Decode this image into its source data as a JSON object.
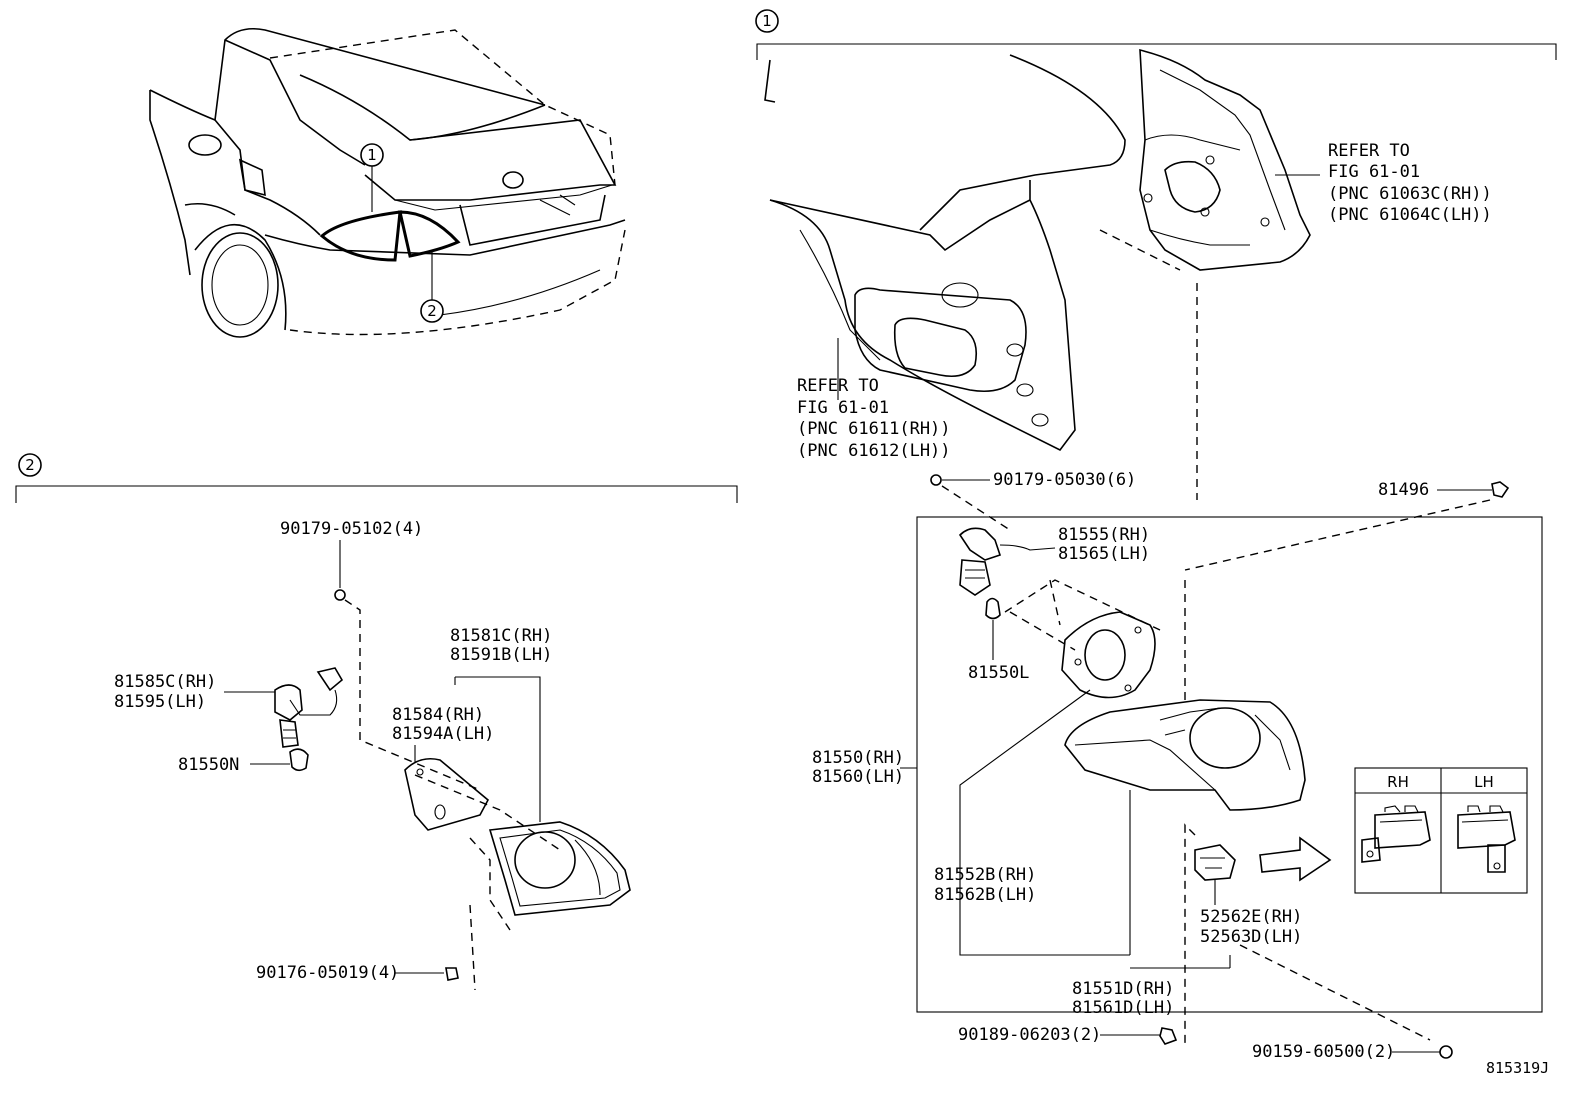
{
  "callouts": {
    "one": "1",
    "two": "2"
  },
  "labels": {
    "p90179_05102": "90179-05102(4)",
    "p81585C": "81585C(RH)",
    "p81595": "81595(LH)",
    "p81550N": "81550N",
    "p81581C": "81581C(RH)",
    "p81591B": "81591B(LH)",
    "p81584": "81584(RH)",
    "p81594A": "81594A(LH)",
    "p90176_05019": "90176-05019(4)",
    "refer_left_1": "REFER TO",
    "refer_left_2": "FIG 61-01",
    "refer_left_3": "(PNC 61611(RH))",
    "refer_left_4": "(PNC 61612(LH))",
    "refer_right_1": "REFER TO",
    "refer_right_2": "FIG 61-01",
    "refer_right_3": "(PNC 61063C(RH))",
    "refer_right_4": "(PNC 61064C(LH))",
    "p90179_05030": "90179-05030(6)",
    "p81496": "81496",
    "p81555": "81555(RH)",
    "p81565": "81565(LH)",
    "p81550L": "81550L",
    "p81550": "81550(RH)",
    "p81560": "81560(LH)",
    "p81552B": "81552B(RH)",
    "p81562B": "81562B(LH)",
    "p52562E": "52562E(RH)",
    "p52563D": "52563D(LH)",
    "p81551D": "81551D(RH)",
    "p81561D": "81561D(LH)",
    "p90189_06203": "90189-06203(2)",
    "p90159_60500": "90159-60500(2)",
    "figure_code": "815319J",
    "rh": "RH",
    "lh": "LH"
  },
  "icons": [
    "bulb-icon",
    "socket-icon",
    "bolt-icon",
    "clip-icon",
    "arrow-right-icon"
  ]
}
